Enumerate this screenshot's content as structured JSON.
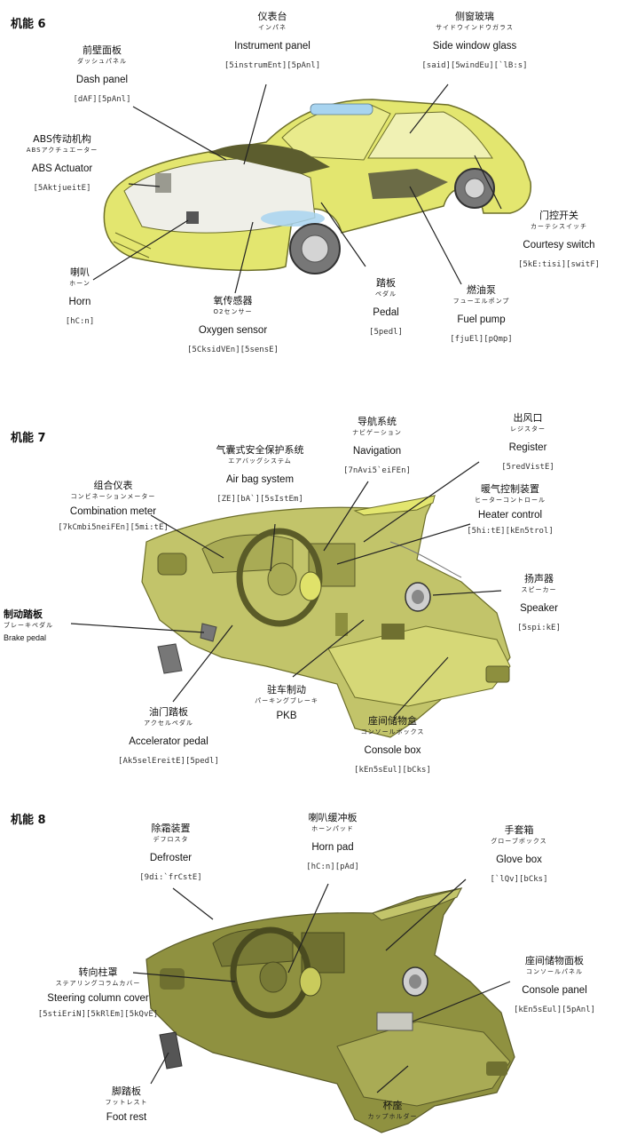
{
  "colors": {
    "body": "#e3e66f",
    "body_dark": "#b7bb45",
    "dash": "#c2c46a",
    "dash_dark": "#8d8f3e",
    "line": "#222222",
    "glass": "#a8d4f0"
  },
  "sections": [
    {
      "title": "机能 6"
    },
    {
      "title": "机能 7"
    },
    {
      "title": "机能 8"
    }
  ],
  "labels": {
    "instrument_panel": {
      "zh": "仪表台",
      "ja": "インパネ",
      "en": "Instrument panel",
      "ph": "[5instrumEnt][5pAnl]"
    },
    "side_window": {
      "zh": "侧窗玻璃",
      "ja": "サイドウインドウガラス",
      "en": "Side window glass",
      "ph": "[said][5windEu][`lB:s]"
    },
    "dash_panel": {
      "zh": "前壁面板",
      "ja": "ダッシュパネル",
      "en": "Dash panel",
      "ph": "[dAF][5pAnl]"
    },
    "abs": {
      "zh": "ABS传动机构",
      "ja": "ABSアクチュエーター",
      "en": "ABS Actuator",
      "ph": "[5AktjueitE]"
    },
    "courtesy": {
      "zh": "门控开关",
      "ja": "カーテシスイッチ",
      "en": "Courtesy switch",
      "ph": "[5kE:tisi][switF]"
    },
    "horn": {
      "zh": "喇叭",
      "ja": "ホーン",
      "en": "Horn",
      "ph": "[hC:n]"
    },
    "pedal": {
      "zh": "踏板",
      "ja": "ペダル",
      "en": "Pedal",
      "ph": "[5pedl]"
    },
    "fuel_pump": {
      "zh": "燃油泵",
      "ja": "フューエルポンプ",
      "en": "Fuel pump",
      "ph": "[fjuEl][pQmp]"
    },
    "o2": {
      "zh": "氧传感器",
      "ja": "O2センサー",
      "en": "Oxygen sensor",
      "ph": "[5CksidVEn][5sensE]"
    },
    "navigation": {
      "zh": "导航系统",
      "ja": "ナビゲーション",
      "en": "Navigation",
      "ph": "[7nAvi5`eiFEn]"
    },
    "register": {
      "zh": "出风口",
      "ja": "レジスター",
      "en": "Register",
      "ph": "[5redVistE]"
    },
    "airbag": {
      "zh": "气囊式安全保护系统",
      "ja": "エアバッグシステム",
      "en": "Air bag system",
      "ph": "[ZE][bA`][5sIstEm]"
    },
    "combination": {
      "zh": "组合仪表",
      "ja": "コンビネーションメーター",
      "en": "Combination meter",
      "ph": "[7kCmbi5neiFEn][5mi:tE]"
    },
    "heater": {
      "zh": "暖气控制装置",
      "ja": "ヒーターコントロール",
      "en": "Heater control",
      "ph": "[5hi:tE][kEn5trol]"
    },
    "speaker": {
      "zh": "扬声器",
      "ja": "スピーカー",
      "en": "Speaker",
      "ph": "[5spi:kE]"
    },
    "brake": {
      "zh": "制动踏板",
      "ja": "ブレーキペダル",
      "en": "Brake pedal"
    },
    "pkb": {
      "zh": "驻车制动",
      "ja": "パーキングブレーキ",
      "en": "PKB"
    },
    "accelerator": {
      "zh": "油门踏板",
      "ja": "アクセルペダル",
      "en": "Accelerator pedal",
      "ph": "[Ak5selEreitE][5pedl]"
    },
    "console_box": {
      "zh": "座间储物盒",
      "ja": "コンソールボックス",
      "en": "Console box",
      "ph": "[kEn5sEul][bCks]"
    },
    "defroster": {
      "zh": "除霜装置",
      "ja": "デフロスタ",
      "en": "Defroster",
      "ph": "[9di:`frCstE]"
    },
    "horn_pad": {
      "zh": "喇叭缓冲板",
      "ja": "ホーンパッド",
      "en": "Horn pad",
      "ph": "[hC:n][pAd]"
    },
    "glove_box": {
      "zh": "手套箱",
      "ja": "グローブボックス",
      "en": "Glove box",
      "ph": "[`lQv][bCks]"
    },
    "steering_cover": {
      "zh": "转向柱罩",
      "ja": "ステアリングコラムカバー",
      "en": "Steering column cover",
      "ph": "[5stiEriN][5kRlEm][5kQvE]"
    },
    "console_panel": {
      "zh": "座间储物面板",
      "ja": "コンソールパネル",
      "en": "Console panel",
      "ph": "[kEn5sEul][5pAnl]"
    },
    "foot_rest": {
      "zh": "脚踏板",
      "ja": "フットレスト",
      "en": "Foot rest"
    },
    "cup_holder": {
      "zh": "杯座",
      "ja": "カップホルダー"
    }
  }
}
